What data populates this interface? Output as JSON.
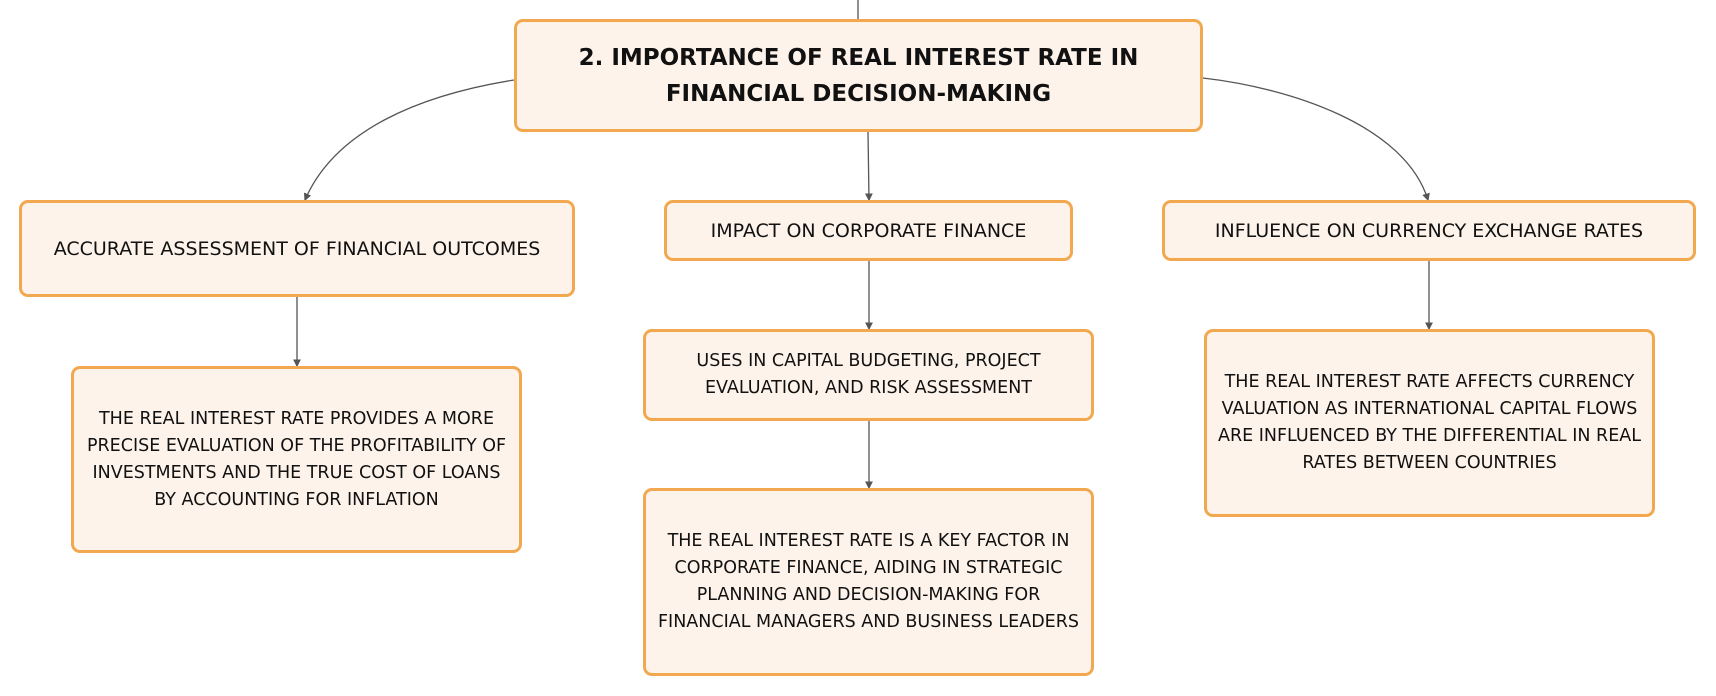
{
  "colors": {
    "node_fill": "#fdf3ea",
    "node_border": "#f2a84e",
    "connector": "#555555",
    "text": "#111111"
  },
  "root": {
    "label": "2. IMPORTANCE OF REAL INTEREST RATE IN FINANCIAL DECISION-MAKING"
  },
  "branches": [
    {
      "label": "ACCURATE ASSESSMENT OF FINANCIAL OUTCOMES",
      "children": [
        "THE REAL INTEREST RATE PROVIDES A MORE PRECISE EVALUATION OF THE PROFITABILITY OF INVESTMENTS AND THE TRUE COST OF LOANS BY ACCOUNTING FOR INFLATION"
      ]
    },
    {
      "label": "IMPACT ON CORPORATE FINANCE",
      "children": [
        "USES IN CAPITAL BUDGETING, PROJECT EVALUATION, AND RISK ASSESSMENT",
        "THE REAL INTEREST RATE IS A KEY FACTOR IN CORPORATE FINANCE, AIDING IN STRATEGIC PLANNING AND DECISION-MAKING FOR FINANCIAL MANAGERS AND BUSINESS LEADERS"
      ]
    },
    {
      "label": "INFLUENCE ON CURRENCY EXCHANGE RATES",
      "children": [
        "THE REAL INTEREST RATE AFFECTS CURRENCY VALUATION AS INTERNATIONAL CAPITAL FLOWS ARE INFLUENCED BY THE DIFFERENTIAL IN REAL RATES BETWEEN COUNTRIES"
      ]
    }
  ]
}
